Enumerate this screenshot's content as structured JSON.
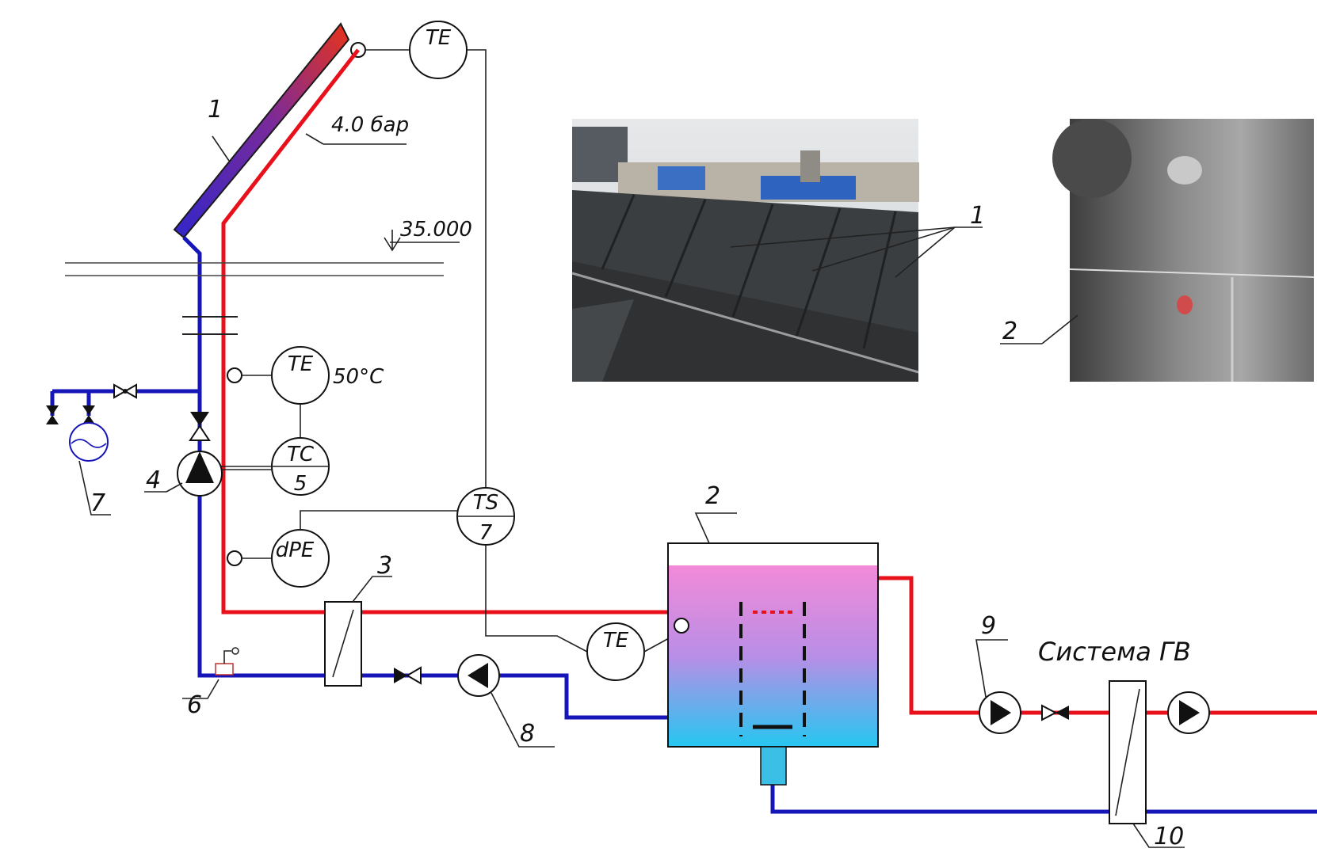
{
  "colors": {
    "hot_pipe": "#e8111b",
    "cold_pipe": "#1515b8",
    "tank_top": "#f28ad8",
    "tank_bottom": "#27c6f0",
    "stub": "#3bbfe6"
  },
  "labels": {
    "collector": "1",
    "pressure": "4.0 бар",
    "elevation": "35.000",
    "te_top": "TE",
    "te_mid": "TE",
    "temp_value": "50°C",
    "tc_top": "TC",
    "tc_bottom": "5",
    "ts_top": "TS",
    "ts_bottom": "7",
    "dpe": "dPE",
    "te_tank": "TE",
    "exchanger": "3",
    "pump_main": "4",
    "vessel": "7",
    "air_vent": "6",
    "pump_load": "8",
    "tank": "2",
    "pump_hw": "9",
    "system_hw": "Система ГВ",
    "exchanger_hw": "10",
    "photo_collectors_label": "1",
    "photo_tank_label": "2"
  },
  "photos": {
    "collectors": "rooftop solar collectors photo",
    "tank": "storage tank photo"
  }
}
